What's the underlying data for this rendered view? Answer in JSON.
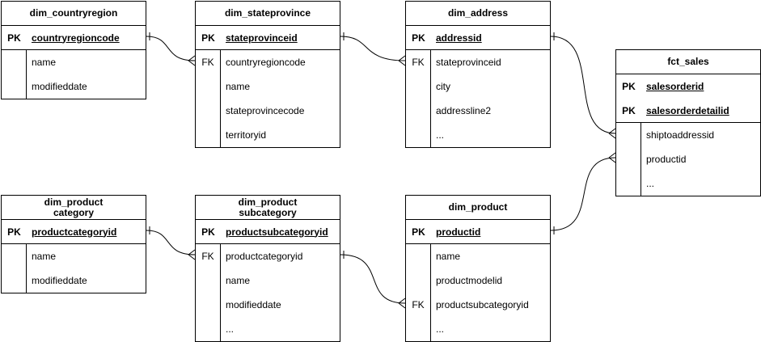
{
  "entities": [
    {
      "id": "dim_countryregion",
      "title": "dim_countryregion",
      "rows": [
        {
          "key": "PK",
          "name": "countryregioncode",
          "pk": true
        },
        {
          "key": "",
          "name": "name"
        },
        {
          "key": "",
          "name": "modifieddate"
        }
      ]
    },
    {
      "id": "dim_stateprovince",
      "title": "dim_stateprovince",
      "rows": [
        {
          "key": "PK",
          "name": "stateprovinceid",
          "pk": true
        },
        {
          "key": "FK",
          "name": "countryregioncode"
        },
        {
          "key": "",
          "name": "name"
        },
        {
          "key": "",
          "name": "stateprovincecode"
        },
        {
          "key": "",
          "name": "territoryid"
        }
      ]
    },
    {
      "id": "dim_address",
      "title": "dim_address",
      "rows": [
        {
          "key": "PK",
          "name": "addressid",
          "pk": true
        },
        {
          "key": "FK",
          "name": "stateprovinceid"
        },
        {
          "key": "",
          "name": "city"
        },
        {
          "key": "",
          "name": "addressline2"
        },
        {
          "key": "",
          "name": "..."
        }
      ]
    },
    {
      "id": "fct_sales",
      "title": "fct_sales",
      "rows": [
        {
          "key": "PK",
          "name": "salesorderid",
          "pk": true
        },
        {
          "key": "PK",
          "name": "salesorderdetailid",
          "pk": true
        },
        {
          "key": "",
          "name": "shiptoaddressid"
        },
        {
          "key": "",
          "name": "productid"
        },
        {
          "key": "",
          "name": "..."
        }
      ]
    },
    {
      "id": "dim_product_category",
      "title": "dim_product\ncategory",
      "rows": [
        {
          "key": "PK",
          "name": "productcategoryid",
          "pk": true
        },
        {
          "key": "",
          "name": "name"
        },
        {
          "key": "",
          "name": "modifieddate"
        }
      ]
    },
    {
      "id": "dim_product_subcategory",
      "title": "dim_product\nsubcategory",
      "rows": [
        {
          "key": "PK",
          "name": "productsubcategoryid",
          "pk": true
        },
        {
          "key": "FK",
          "name": "productcategoryid"
        },
        {
          "key": "",
          "name": "name"
        },
        {
          "key": "",
          "name": "modifieddate"
        },
        {
          "key": "",
          "name": "..."
        }
      ]
    },
    {
      "id": "dim_product",
      "title": "dim_product",
      "rows": [
        {
          "key": "PK",
          "name": "productid",
          "pk": true
        },
        {
          "key": "",
          "name": "name"
        },
        {
          "key": "",
          "name": "productmodelid"
        },
        {
          "key": "FK",
          "name": "productsubcategoryid"
        },
        {
          "key": "",
          "name": "..."
        }
      ]
    }
  ]
}
